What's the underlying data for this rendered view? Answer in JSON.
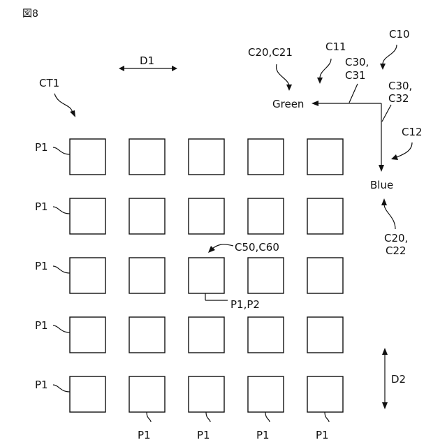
{
  "figure_label": "図8",
  "labels": {
    "d1": "D1",
    "d2": "D2",
    "ct1": "CT1",
    "c10": "C10",
    "c11": "C11",
    "c12": "C12",
    "c20_c21": "C20,C21",
    "c30_c31_l1": "C30,",
    "c30_c31_l2": "C31",
    "c30_c32_l1": "C30,",
    "c30_c32_l2": "C32",
    "green": "Green",
    "blue": "Blue",
    "c20_c22_l1": "C20,",
    "c20_c22_l2": "C22",
    "c50_c60": "C50,C60",
    "p1_p2": "P1,P2",
    "p1": "P1"
  },
  "grid": {
    "rows": 5,
    "cols": 5
  }
}
